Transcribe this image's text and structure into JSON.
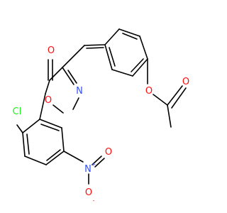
{
  "molecule": {
    "atoms": {
      "o_carbonyl": {
        "text": "O",
        "color": "#ff0d0d"
      },
      "o_ring": {
        "text": "O",
        "color": "#ff0d0d"
      },
      "n_ring": {
        "text": "N",
        "color": "#3050f8"
      },
      "o_ester": {
        "text": "O",
        "color": "#ff0d0d"
      },
      "o_acetyl": {
        "text": "O",
        "color": "#ff0d0d"
      },
      "cl": {
        "text": "Cl",
        "color": "#1ff01f"
      },
      "n_nitro": {
        "text": "N",
        "charge": "+",
        "color": "#3050f8"
      },
      "o_nitro_a": {
        "text": "O",
        "color": "#ff0d0d"
      },
      "o_nitro_b": {
        "text": "O",
        "charge": "-",
        "color": "#ff0d0d"
      }
    }
  }
}
